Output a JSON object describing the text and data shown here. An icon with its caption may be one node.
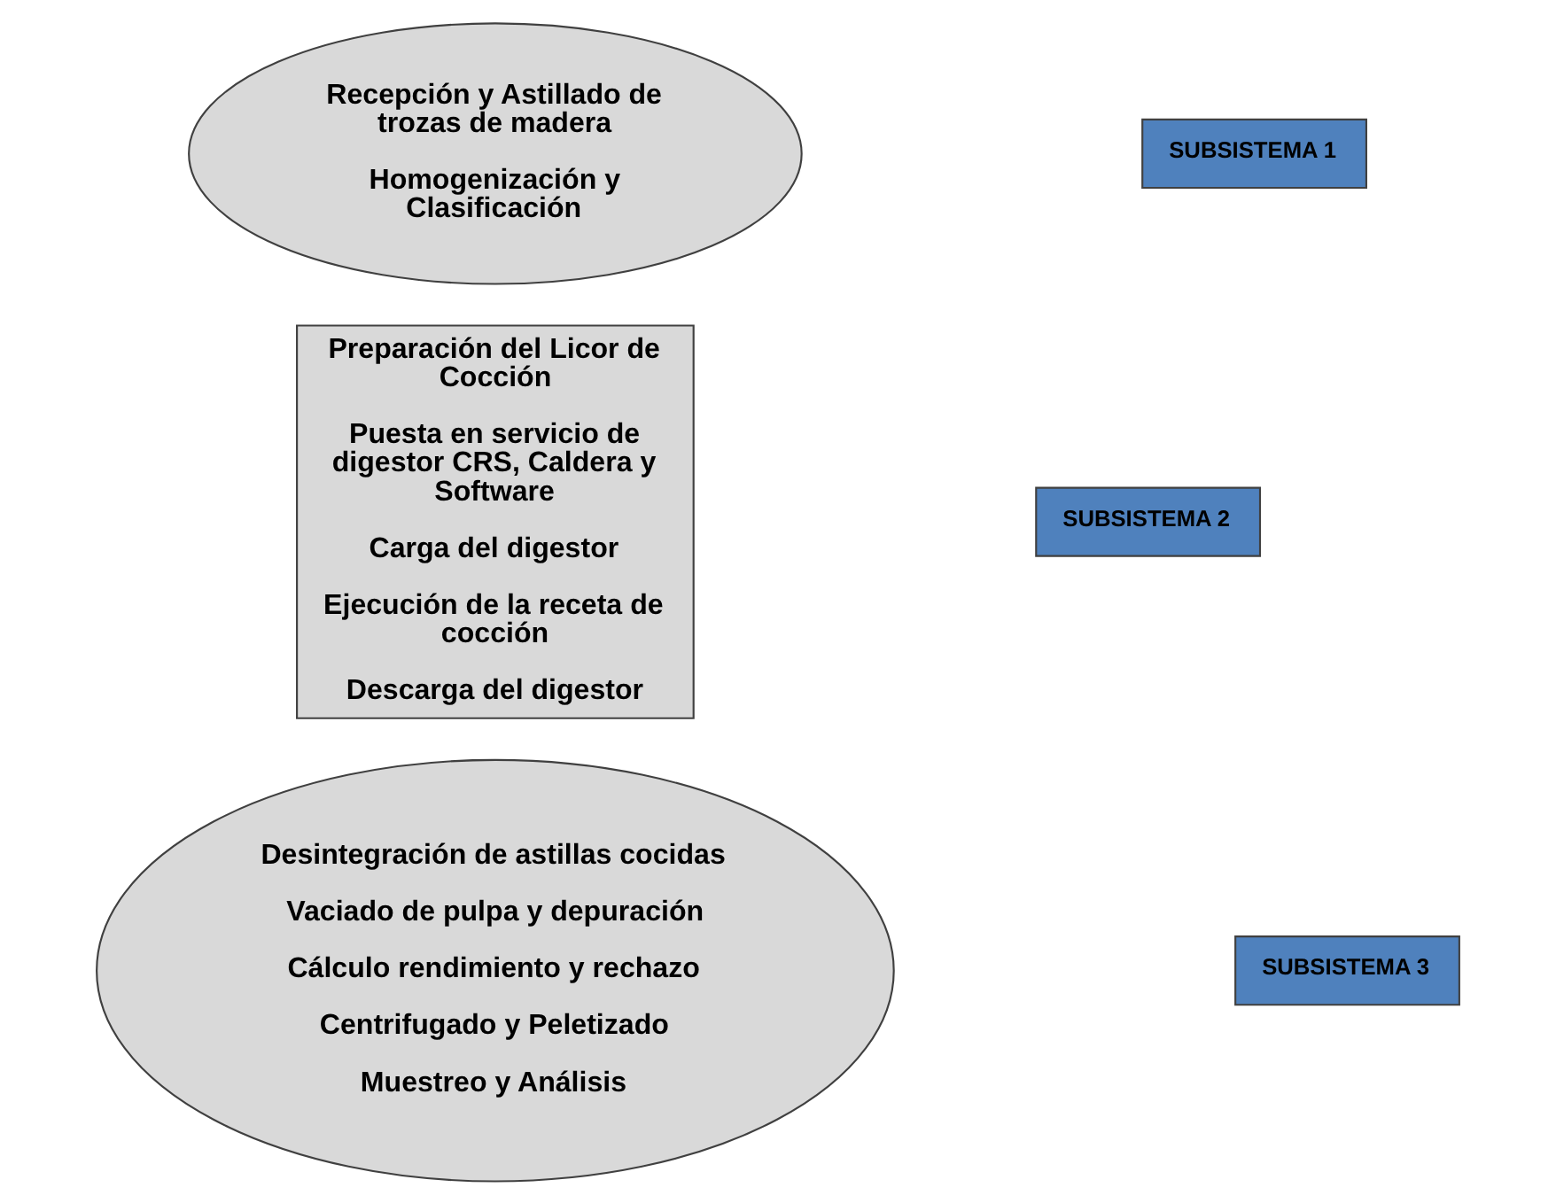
{
  "diagram": {
    "nodes": [
      {
        "text": [
          "Recepción y Astillado de trozas de madera",
          "Homogenización y Clasificación"
        ]
      },
      {
        "text": [
          "Preparación del Licor de Cocción",
          "Puesta en servicio de digestor CRS, Caldera y Software",
          "Carga del digestor",
          "Ejecución de la receta de cocción",
          "Descarga del digestor"
        ]
      },
      {
        "text": [
          "Desintegración de astillas cocidas",
          "Vaciado de pulpa y depuración",
          "Cálculo rendimiento y rechazo",
          "Centrifugado y Peletizado",
          "Muestreo y Análisis"
        ]
      },
      {
        "text": [
          "SUBSISTEMA 1"
        ]
      },
      {
        "text": [
          "SUBSISTEMA 2"
        ]
      },
      {
        "text": [
          "SUBSISTEMA 3"
        ]
      }
    ],
    "edges": []
  }
}
